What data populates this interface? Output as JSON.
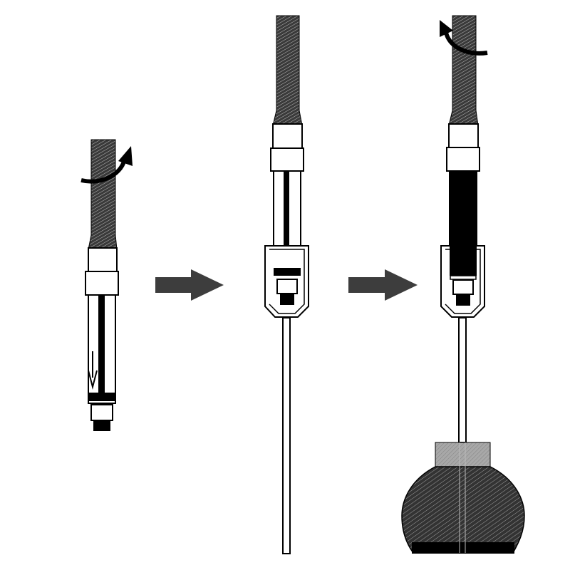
{
  "diagram": {
    "steps": [
      {
        "id": "step-1",
        "rotation_arrow": "clockwise-arrow",
        "pull_arrow": "down-arrow"
      },
      {
        "id": "step-2",
        "rotation_arrow": "none"
      },
      {
        "id": "step-3",
        "rotation_arrow": "counterclockwise-arrow"
      }
    ],
    "connectors": [
      "right-arrow",
      "right-arrow"
    ],
    "colors": {
      "ink": "#000000",
      "background": "#ffffff",
      "hatch_fill": "#3a3a3a",
      "connector_arrow": "#3d3d3d",
      "collar_gray": "#9a9a9a"
    }
  }
}
